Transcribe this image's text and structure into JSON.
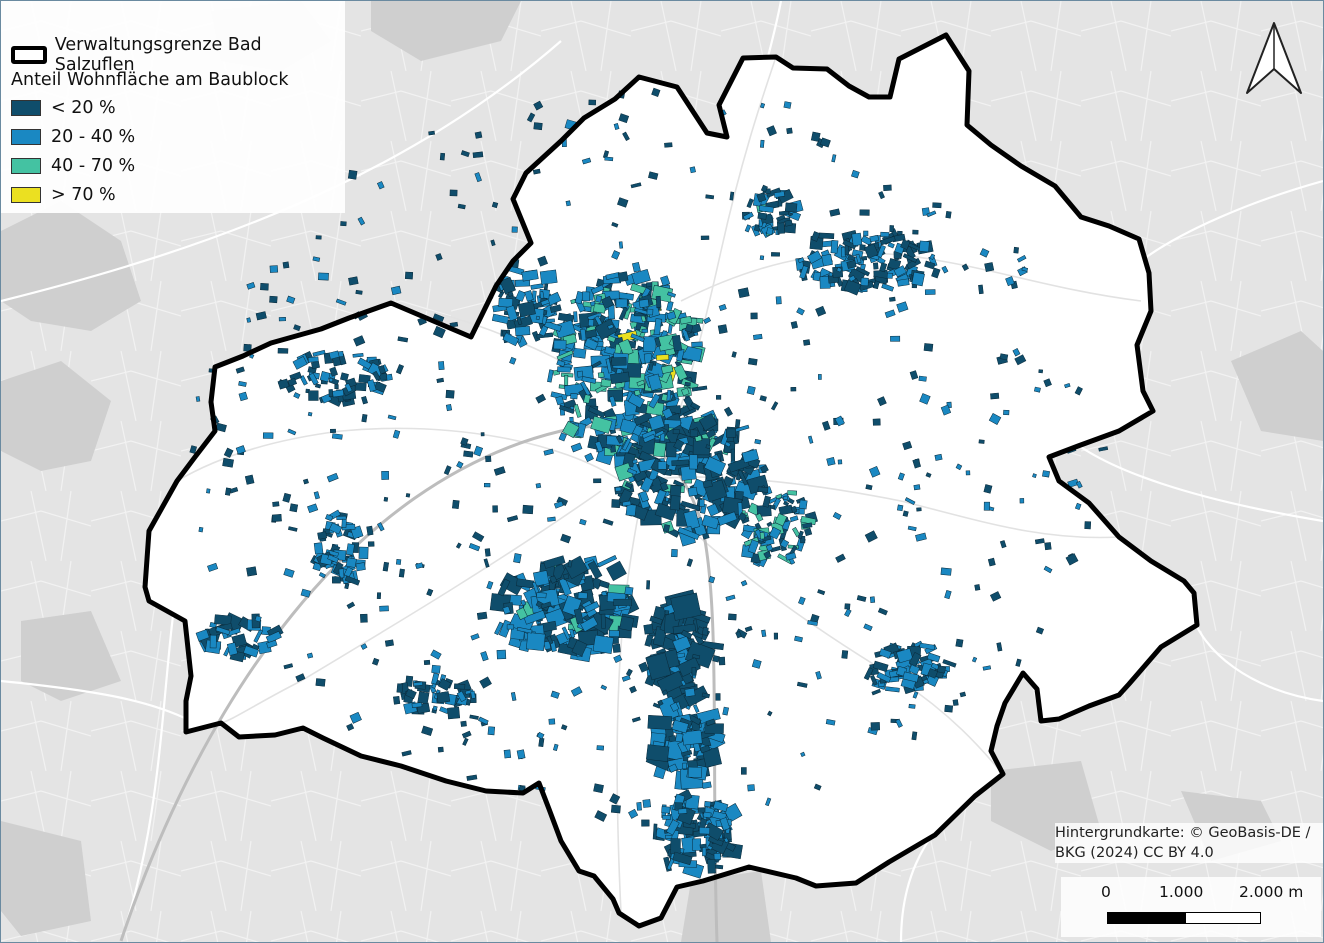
{
  "legend": {
    "boundary_label": "Verwaltungsgrenze Bad Salzuflen",
    "heading": "Anteil Wohnfläche am Baublock",
    "classes": [
      {
        "label": "< 20 %",
        "color": "#0f4d6b"
      },
      {
        "label": "20 - 40 %",
        "color": "#1a88c2"
      },
      {
        "label": "40 - 70 %",
        "color": "#44c2a2"
      },
      {
        "label": "> 70 %",
        "color": "#ebe021"
      }
    ]
  },
  "attribution": {
    "line1": "Hintergrundkarte: © GeoBasis-DE /",
    "line2": "BKG (2024) CC BY 4.0"
  },
  "scale_bar": {
    "label_0": "0",
    "label_1": "1.000",
    "label_2": "2.000 m"
  },
  "colors": {
    "boundary": "#000000",
    "basemap": "#e6e6e6",
    "study_area": "#ffffff",
    "roads": "#ffffff"
  },
  "icons": {
    "north_arrow": "north-arrow-icon"
  }
}
